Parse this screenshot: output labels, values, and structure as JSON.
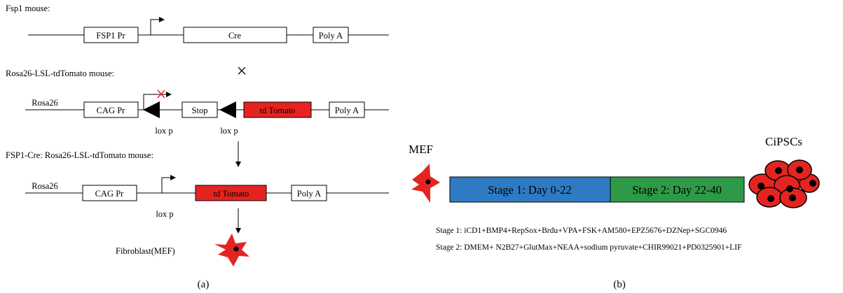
{
  "panel_a": {
    "caption": "(a)",
    "fsp1_mouse": {
      "title": "Fsp1 mouse:",
      "fsp1_pr": "FSP1 Pr",
      "cre": "Cre",
      "polya": "Poly A"
    },
    "cross_symbol": "×",
    "rosa_mouse": {
      "title": "Rosa26-LSL-tdTomato mouse:",
      "rosa26": "Rosa26",
      "cag_pr": "CAG Pr",
      "stop": "Stop",
      "tdtomato": "td Tomato",
      "polya": "Poly A",
      "loxp_1": "lox p",
      "loxp_2": "lox p"
    },
    "cross_mouse": {
      "title": "FSP1-Cre: Rosa26-LSL-tdTomato mouse:",
      "rosa26": "Rosa26",
      "cag_pr": "CAG Pr",
      "tdtomato": "td Tomato",
      "polya": "Poly A",
      "loxp": "lox p"
    },
    "fibroblast_label": "Fibroblast(MEF)"
  },
  "panel_b": {
    "caption": "(b)",
    "mef_label": "MEF",
    "cipscs_label": "CiPSCs",
    "stage1_bar": "Stage 1: Day 0-22",
    "stage2_bar": "Stage 2: Day 22-40",
    "stage1_recipe": "Stage 1: iCD1+BMP4+RepSox+Brdu+VPA+FSK+AM580+EPZ5676+DZNep+SGC0946",
    "stage2_recipe": "Stage 2: DMEM+ N2B27+GlutMax+NEAA+sodium pyruvate+CHIR99021+PD0325901+LIF"
  },
  "colors": {
    "tdtomato_red": "#e52421",
    "stage1_blue": "#2e7bc4",
    "stage2_green": "#2e9a48",
    "cell_red": "#e52421"
  }
}
